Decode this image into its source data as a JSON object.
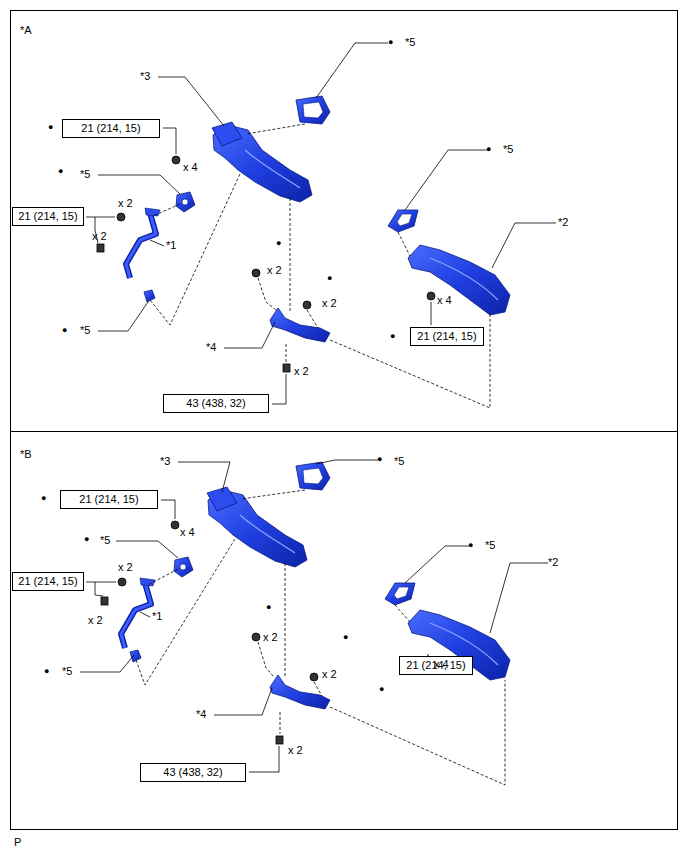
{
  "diagram": {
    "nodes": [
      {
        "text": [
          "21 (214, 15)"
        ]
      },
      {
        "text": [
          "21 (214, 15)"
        ]
      },
      {
        "text": [
          "21 (214, 15)"
        ]
      },
      {
        "text": [
          "43 (438, 32)"
        ]
      },
      {
        "text": [
          "21 (214, 15)"
        ]
      },
      {
        "text": [
          "21 (214, 15)"
        ]
      },
      {
        "text": [
          "21 (214, 15)"
        ]
      },
      {
        "text": [
          "43 (438, 32)"
        ]
      }
    ],
    "labels": [
      "*A",
      "●",
      "*5",
      "*3",
      "●",
      "x 4",
      "●",
      "*5",
      "x 2",
      "x 2",
      "*1",
      "●",
      "*5",
      "*2",
      "●",
      "x 2",
      "●",
      "x 2",
      "x 4",
      "●",
      "●",
      "*5",
      "*4",
      "x 2",
      "*B",
      "●",
      "*5",
      "*3",
      "●",
      "x 4",
      "●",
      "*5",
      "x 2",
      "x 2",
      "*1",
      "●",
      "*5",
      "*2",
      "●",
      "x 2",
      "●",
      "x 2",
      "x 4",
      "●",
      "●",
      "*5",
      "*4",
      "x 2",
      "P"
    ]
  }
}
